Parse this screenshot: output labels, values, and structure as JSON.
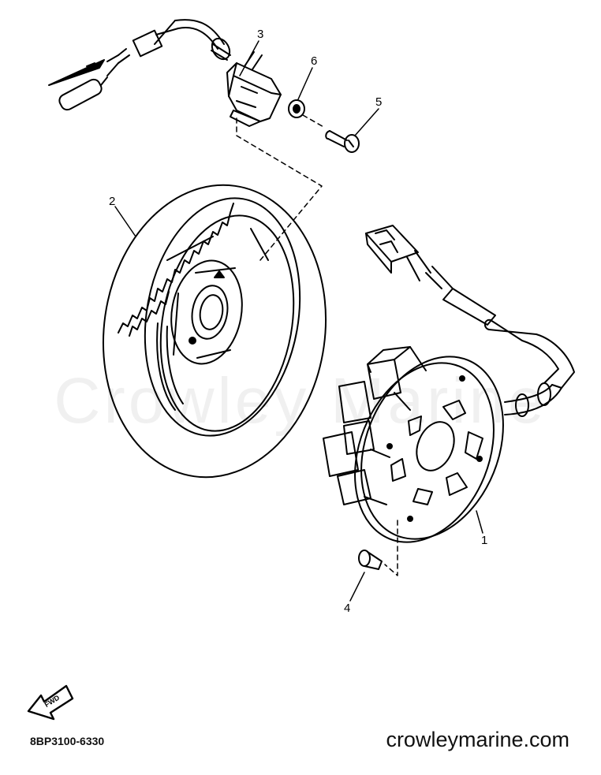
{
  "watermark": "Crowley Marine",
  "catalog_number": "8BP3100-6330",
  "site": "crowleymarine.com",
  "fwd_label": "FWD",
  "callouts": [
    {
      "id": "1",
      "part": "stator"
    },
    {
      "id": "2",
      "part": "flywheel"
    },
    {
      "id": "3",
      "part": "pulser-coil"
    },
    {
      "id": "4",
      "part": "screw"
    },
    {
      "id": "5",
      "part": "bolt"
    },
    {
      "id": "6",
      "part": "washer"
    }
  ]
}
